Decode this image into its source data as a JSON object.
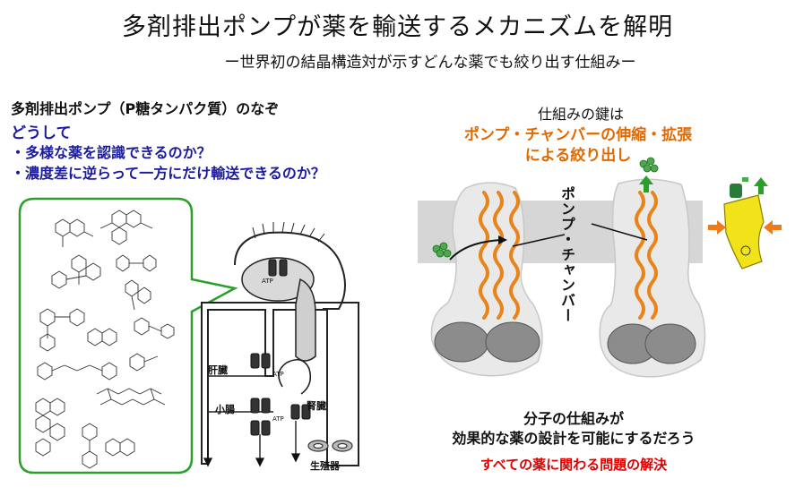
{
  "title": "多剤排出ポンプが薬を輸送するメカニズムを解明",
  "subtitle": "ー世界初の結晶構造対が示すどんな薬でも絞り出す仕組みー",
  "question": {
    "heading": "多剤排出ポンプ（P糖タンパク質）のなぞ",
    "line1": "どうして",
    "line2": "・多様な薬を認識できるのか？",
    "line3": "・濃度差に逆らって一方にだけ輸送できるのか？"
  },
  "diagram_labels": {
    "liver": "肝臓",
    "intestine": "小腸",
    "kidney": "腎臓",
    "reproductive": "生殖器",
    "atp": "ATP"
  },
  "mechanism": {
    "key_label": "仕組みの鍵は",
    "key_line1": "ポンプ・チャンバーの伸縮・拡張",
    "key_line2": "による絞り出し",
    "chamber_label": "ポンプ・チャンバー"
  },
  "conclusion": {
    "line1": "分子の仕組みが",
    "line2": "効果的な薬の設計を可能にするだろう",
    "line3": "すべての薬に関わる問題の解決"
  },
  "colors": {
    "question_text": "#1a1aa0",
    "key_text": "#e06a00",
    "conclusion_red": "#e00000",
    "bubble_border": "#2aa02a",
    "membrane": "#d6d6d6",
    "helix": "#e8841a",
    "arrow_green": "#2aa02a",
    "arrow_orange": "#f07a1a",
    "tube_yellow": "#f2e21a"
  }
}
